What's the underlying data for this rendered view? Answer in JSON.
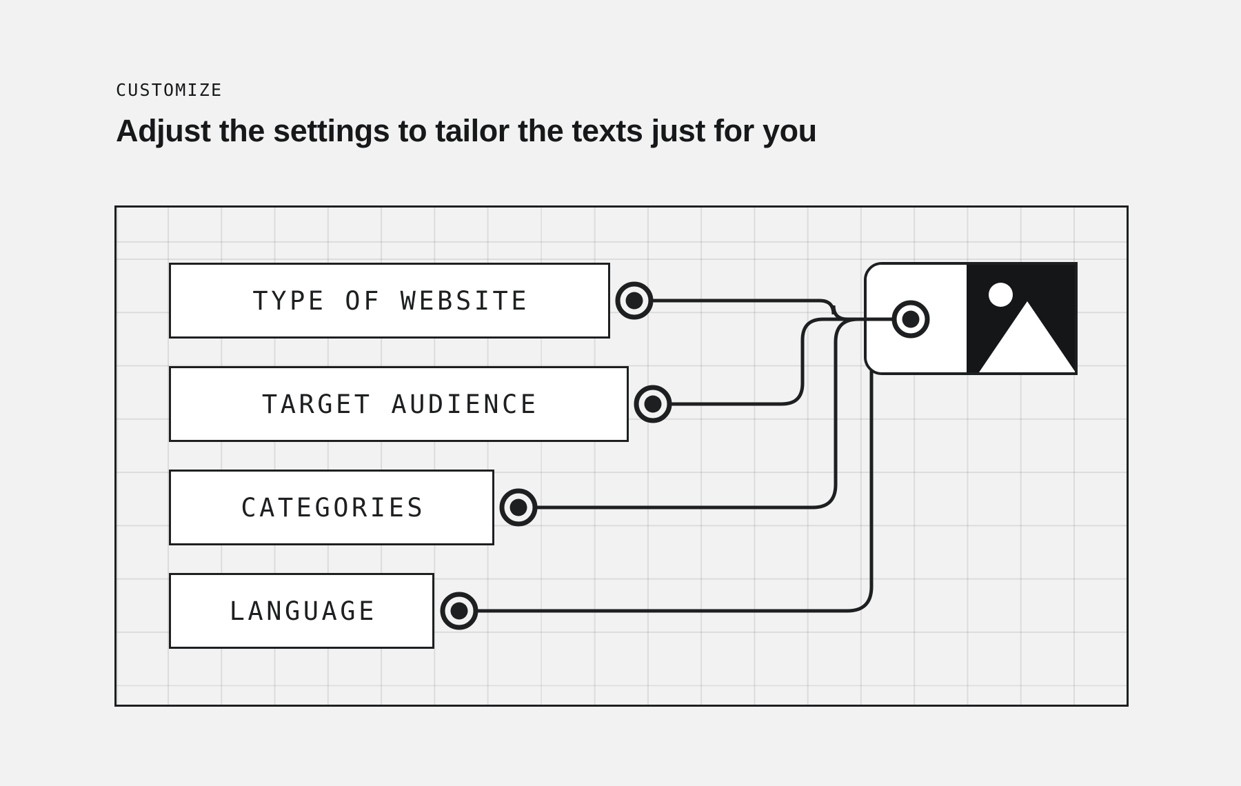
{
  "header": {
    "eyebrow": "CUSTOMIZE",
    "headline": "Adjust the settings to tailor the texts just for you"
  },
  "colors": {
    "background": "#f2f2f2",
    "ink": "#1d1f21",
    "surface": "#ffffff",
    "grid_line": "#e2e2e2",
    "image_dark": "#141618"
  },
  "diagram": {
    "type": "node-graph",
    "options": [
      {
        "label": "TYPE OF WEBSITE",
        "port": "output-port"
      },
      {
        "label": "TARGET AUDIENCE",
        "port": "output-port"
      },
      {
        "label": "CATEGORIES",
        "port": "output-port"
      },
      {
        "label": "LANGUAGE",
        "port": "output-port"
      }
    ],
    "preview": {
      "name": "image-preview-card",
      "port": "input-port",
      "icon": "image-placeholder-icon",
      "icon_parts": [
        "sun-circle",
        "mountain-triangle"
      ]
    },
    "connections": [
      {
        "from": "TYPE OF WEBSITE",
        "to": "image-preview-card"
      },
      {
        "from": "TARGET AUDIENCE",
        "to": "image-preview-card"
      },
      {
        "from": "CATEGORIES",
        "to": "image-preview-card"
      },
      {
        "from": "LANGUAGE",
        "to": "image-preview-card"
      }
    ]
  }
}
